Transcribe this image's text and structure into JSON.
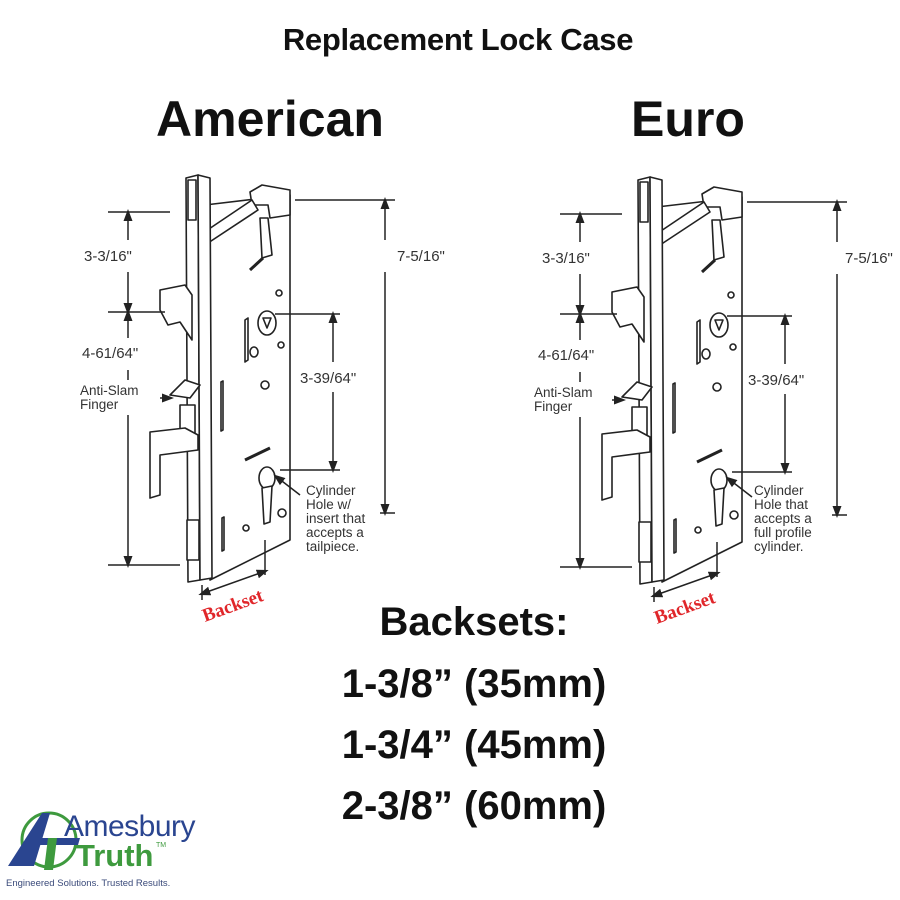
{
  "title": "Replacement Lock Case",
  "variants": [
    {
      "name": "American",
      "dims": {
        "top": "3-3/16\"",
        "lower": "4-61/64\"",
        "overall": "7-5/16\"",
        "center": "3-39/64\""
      },
      "anti_slam": [
        "Anti-Slam",
        "Finger"
      ],
      "cylinder_note": [
        "Cylinder",
        "Hole w/",
        "insert that",
        "accepts a",
        "tailpiece."
      ],
      "backset_label": "Backset"
    },
    {
      "name": "Euro",
      "dims": {
        "top": "3-3/16\"",
        "lower": "4-61/64\"",
        "overall": "7-5/16\"",
        "center": "3-39/64\""
      },
      "anti_slam": [
        "Anti-Slam",
        "Finger"
      ],
      "cylinder_note": [
        "Cylinder",
        "Hole that",
        "accepts a",
        "full profile",
        "cylinder."
      ],
      "backset_label": "Backset"
    }
  ],
  "backsets": {
    "heading": "Backsets:",
    "options": [
      "1-3/8” (35mm)",
      "1-3/4” (45mm)",
      "2-3/8” (60mm)"
    ]
  },
  "logo": {
    "brand_top": "Amesbury",
    "brand_bottom": "Truth",
    "tm": "TM",
    "tagline": "Engineered Solutions. Trusted Results.",
    "colors": {
      "blue": "#2a4590",
      "green": "#3e9a3e"
    }
  }
}
